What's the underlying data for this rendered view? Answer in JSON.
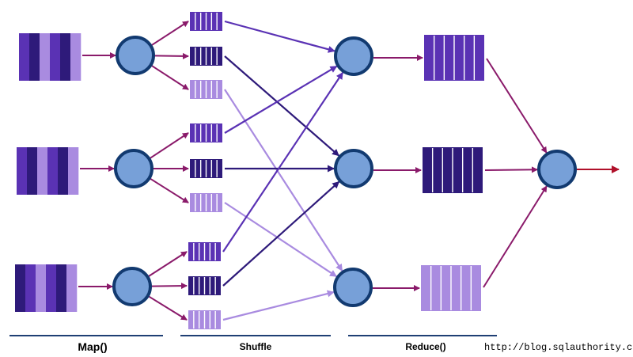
{
  "labels": {
    "map": "Map()",
    "shuffle": "Shuffle",
    "reduce": "Reduce()",
    "url": "http://blog.sqlauthority.com"
  },
  "colors": {
    "dark": "#2e1a7a",
    "mid": "#5a32b4",
    "light": "#a98be0",
    "circle_fill": "#77a0d8",
    "circle_stroke": "#123a70",
    "arrow_input": "#8a1a6a",
    "underline": "#1f3f74"
  },
  "inputs": [
    {
      "pattern": [
        "mid",
        "dark",
        "light",
        "mid",
        "dark",
        "light"
      ]
    },
    {
      "pattern": [
        "mid",
        "dark",
        "light",
        "mid",
        "dark",
        "light"
      ]
    },
    {
      "pattern": [
        "dark",
        "mid",
        "light",
        "mid",
        "dark",
        "light"
      ]
    }
  ],
  "mappers": 3,
  "partitions": [
    {
      "mapper": 0,
      "shade": "mid",
      "reducer": 0
    },
    {
      "mapper": 0,
      "shade": "dark",
      "reducer": 1
    },
    {
      "mapper": 0,
      "shade": "light",
      "reducer": 2
    },
    {
      "mapper": 1,
      "shade": "mid",
      "reducer": 0
    },
    {
      "mapper": 1,
      "shade": "dark",
      "reducer": 1
    },
    {
      "mapper": 1,
      "shade": "light",
      "reducer": 2
    },
    {
      "mapper": 2,
      "shade": "mid",
      "reducer": 0
    },
    {
      "mapper": 2,
      "shade": "dark",
      "reducer": 1
    },
    {
      "mapper": 2,
      "shade": "light",
      "reducer": 2
    }
  ],
  "reducers": [
    {
      "shade": "mid"
    },
    {
      "shade": "dark"
    },
    {
      "shade": "light"
    }
  ]
}
